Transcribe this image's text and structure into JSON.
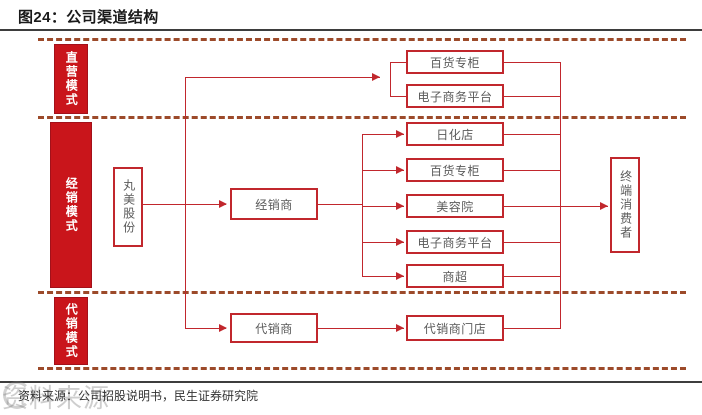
{
  "title": "图24：公司渠道结构",
  "footer": "资料来源：公司招股说明书，民生证券研究院",
  "watermark": "资料来源",
  "colors": {
    "brand_red": "#c9151b",
    "line_red": "#c1272d",
    "dashed_separator": "#9c4a2a",
    "node_text": "#5a5a5a",
    "rule": "#3d3d3d"
  },
  "modes": [
    {
      "label": "直营模式"
    },
    {
      "label": "经销模式"
    },
    {
      "label": "代销模式"
    }
  ],
  "company": {
    "label": "丸美股份"
  },
  "terminal": {
    "label": "终端消费者"
  },
  "channels": {
    "direct": [
      {
        "label": "百货专柜"
      },
      {
        "label": "电子商务平台"
      }
    ],
    "distribution_hub": {
      "label": "经销商"
    },
    "distribution": [
      {
        "label": "日化店"
      },
      {
        "label": "百货专柜"
      },
      {
        "label": "美容院"
      },
      {
        "label": "电子商务平台"
      },
      {
        "label": "商超"
      }
    ],
    "consignment_hub": {
      "label": "代销商"
    },
    "consignment": [
      {
        "label": "代销商门店"
      }
    ]
  }
}
